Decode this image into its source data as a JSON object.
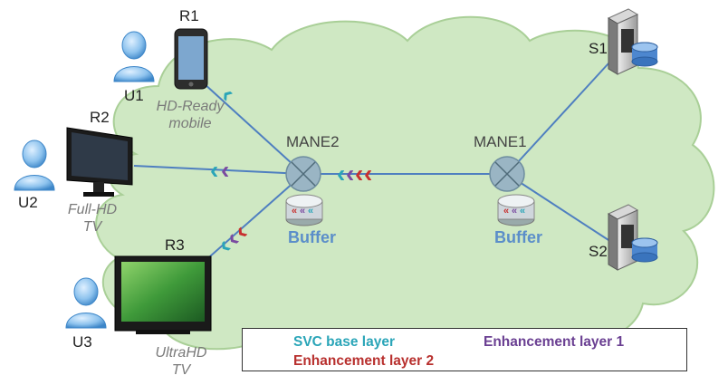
{
  "nodes": {
    "r1": "R1",
    "r2": "R2",
    "r3": "R3",
    "u1": "U1",
    "u2": "U2",
    "u3": "U3",
    "s1": "S1",
    "s2": "S2",
    "mane1": "MANE1",
    "mane2": "MANE2"
  },
  "devices": {
    "r1_desc_1": "HD-Ready",
    "r1_desc_2": "mobile",
    "r2_desc_1": "Full-HD",
    "r2_desc_2": "TV",
    "r3_desc_1": "UltraHD",
    "r3_desc_2": "TV"
  },
  "buffers": {
    "label": "Buffer"
  },
  "legend": {
    "base": "SVC base layer",
    "enh1": "Enhancement layer 1",
    "enh2": "Enhancement layer 2"
  },
  "colors": {
    "base": "#2aa5b8",
    "enh1": "#7a4aa0",
    "enh2": "#c8302f",
    "cloud": "#cfe8c3",
    "link": "#4f7fc0"
  }
}
